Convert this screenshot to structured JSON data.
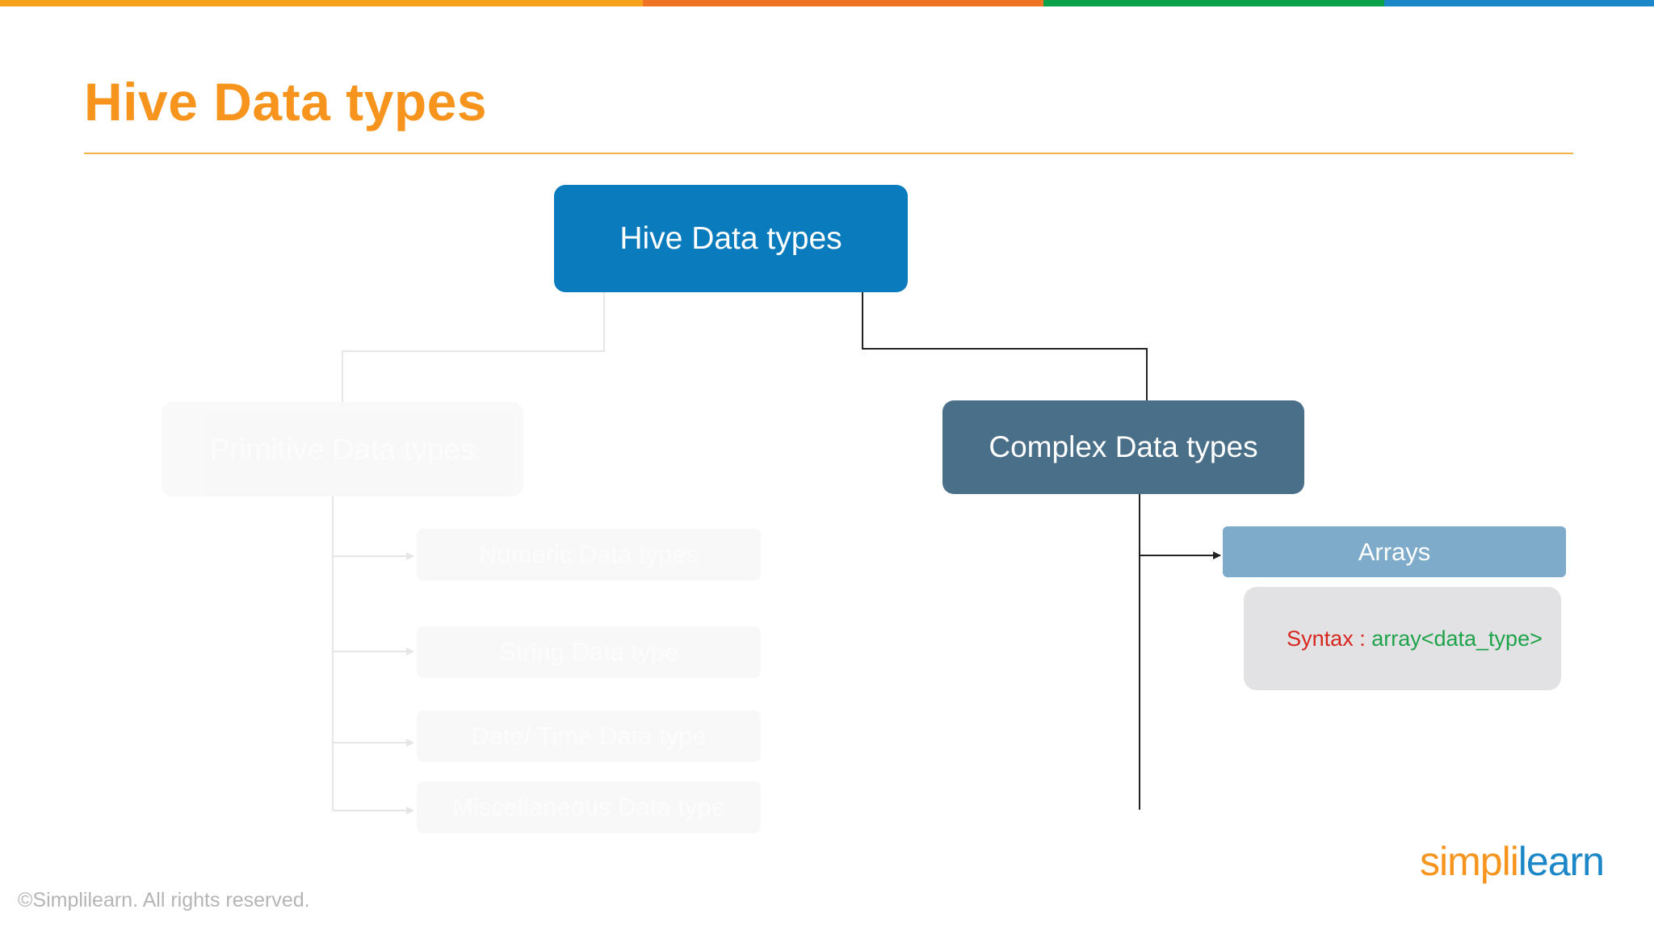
{
  "colors": {
    "top_bar": [
      "#F7A21B",
      "#EE7325",
      "#0BA249",
      "#1B87C9"
    ],
    "title": "#F7941D",
    "title_rule": "#F2B24A",
    "root_box": "#0A7BBD",
    "complex_box": "#4A7089",
    "arrays_box": "#7DABC9",
    "syntax_box": "#E2E2E4",
    "syntax_label": "#D7261E",
    "syntax_value": "#1EA34A",
    "faded_box": "#F3F3F4",
    "faded_text": "#FAFAFA",
    "connector": "#222222",
    "faded_connector": "#E6E6E6",
    "footer_text": "#B5B5B5",
    "logo_orange": "#F7941D",
    "logo_blue": "#1B87C9"
  },
  "slide": {
    "title": "Hive Data types",
    "footer": "©Simplilearn. All rights reserved.",
    "logo": {
      "part1": "simpl",
      "part2": "i",
      "part3": "learn"
    }
  },
  "diagram": {
    "root": "Hive Data types",
    "primitive": {
      "label": "Primitive Data types",
      "children": [
        "Numeric Data types",
        "String Data type",
        "Date/ Time Data type",
        "Miscellaneous Data type"
      ]
    },
    "complex": {
      "label": "Complex Data types",
      "arrays": "Arrays",
      "syntax_label": "Syntax : ",
      "syntax_value": "array<data_type>"
    }
  }
}
